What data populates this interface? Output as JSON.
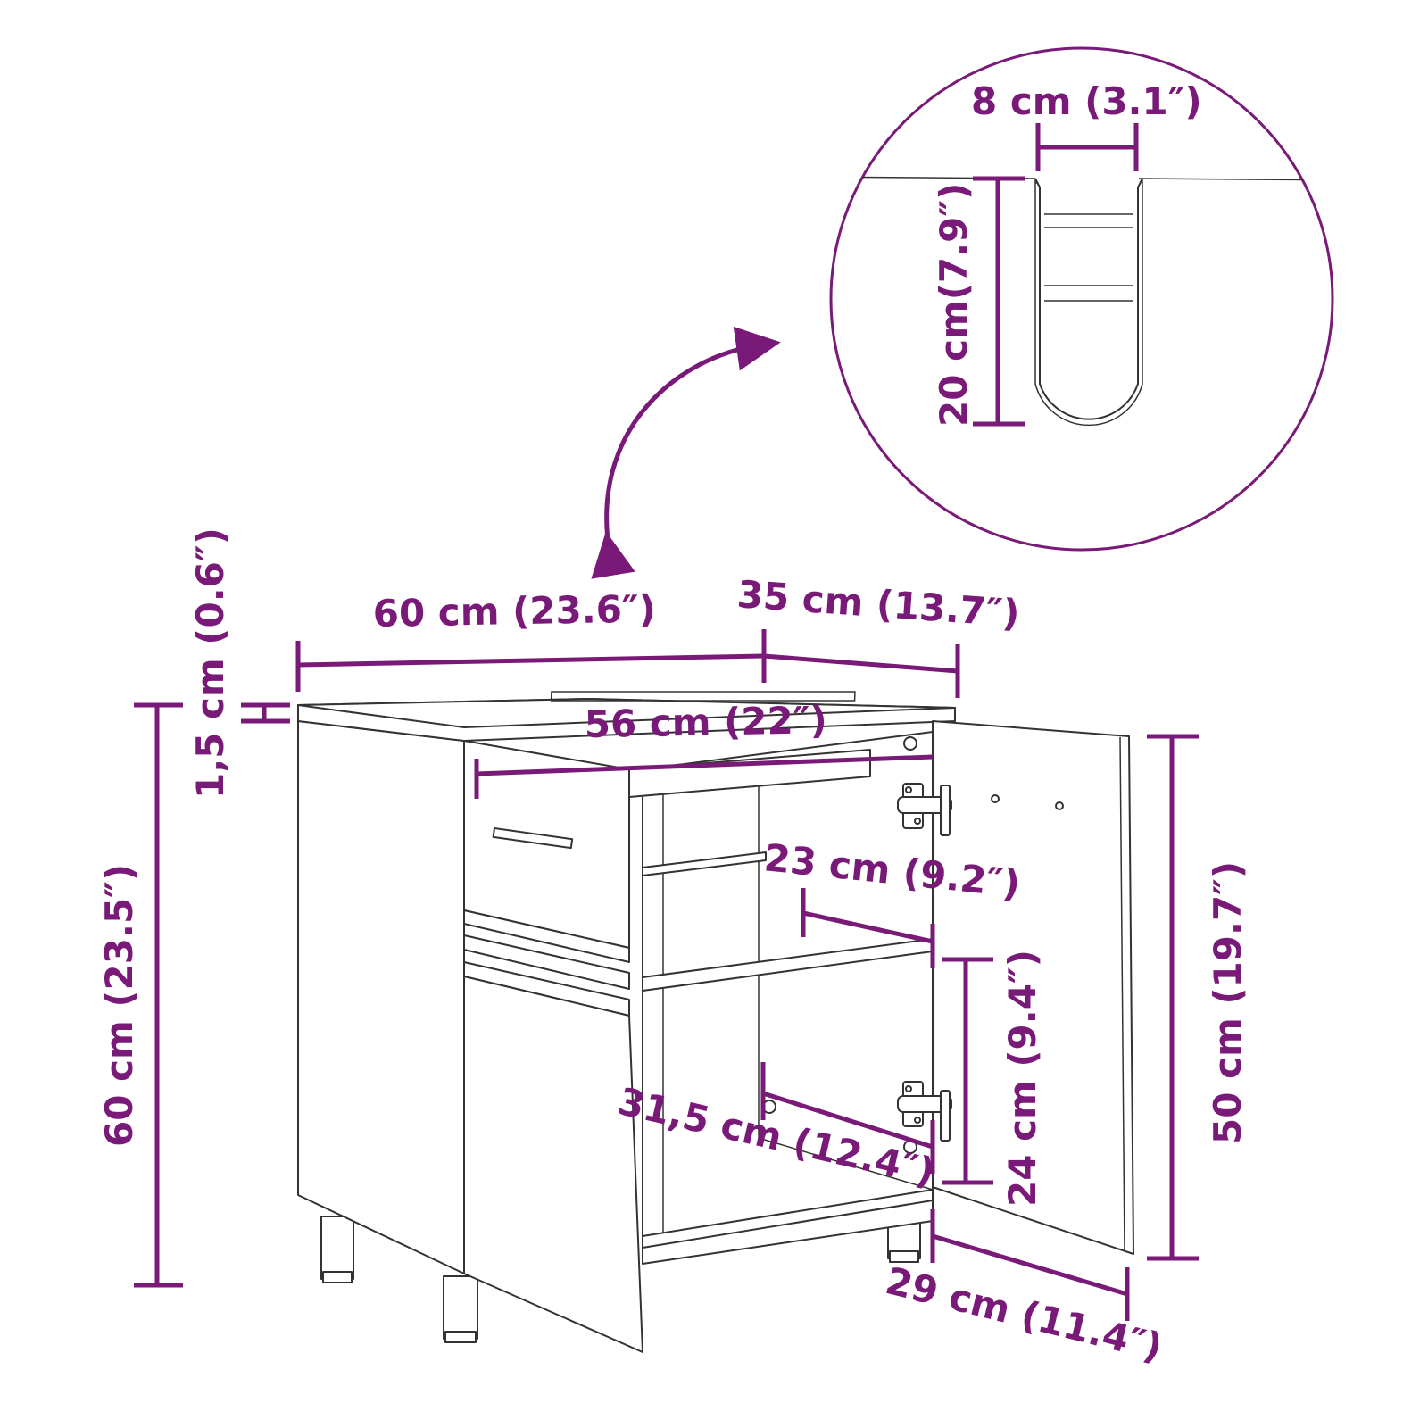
{
  "colors": {
    "dimension": "#7a1a78",
    "outline": "#333333",
    "background": "#ffffff"
  },
  "labels": {
    "width_total": "60 cm (23.6″)",
    "depth_total": "35 cm (13.7″)",
    "top_thickness": "1,5 cm (0.6″)",
    "height_total": "60 cm (23.5″)",
    "inner_width": "56 cm (22″)",
    "shelf_depth": "23 cm (9.2″)",
    "shelf_gap": "24 cm (9.4″)",
    "bottom_depth": "31,5 cm (12.4″)",
    "door_height": "50 cm (19.7″)",
    "door_width": "29 cm (11.4″)",
    "cutout_width": "8 cm (3.1″)",
    "cutout_height": "20 cm(7.9″)"
  }
}
